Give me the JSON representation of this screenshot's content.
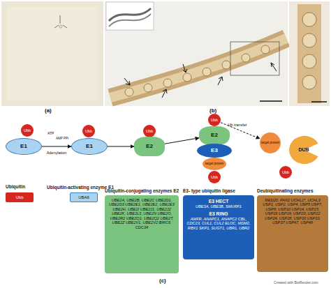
{
  "diagram": {
    "nodes": [
      {
        "text": [
          "Ubb"
        ]
      },
      {
        "text": [
          "E1"
        ]
      },
      {
        "text": [
          "Ubb"
        ]
      },
      {
        "text": [
          "E1"
        ]
      },
      {
        "text": [
          "Ubb"
        ]
      },
      {
        "text": [
          "E2"
        ]
      },
      {
        "text": [
          "Ubb"
        ]
      },
      {
        "text": [
          "E2"
        ]
      },
      {
        "text": [
          "E3"
        ]
      },
      {
        "text": [
          "target protein"
        ]
      },
      {
        "text": [
          "Ubb"
        ]
      },
      {
        "text": [
          "target protein"
        ]
      },
      {
        "text": [
          "DUB"
        ]
      },
      {
        "text": [
          "Ubb"
        ]
      },
      {
        "text": [
          "Ubiquitin",
          "Ubb"
        ]
      },
      {
        "text": [
          "Ubiquitin-activating enzyme E1",
          "UBA6"
        ]
      },
      {
        "text": [
          "Ubiquitin-conjugating enzymes E2",
          "UBE2A, UBE2B, UBE2C UBE2D1, UBE2D3 UBE2E1, UBE2E2, UBE2E3 UBE2H, UBE2I UBE2J1, UBE2J2 UBE2K, UBE2L3, UBE2N UBE2O, UBE2R2 UBE2Q1, UBE2Q2 UBE2T, UBE2Z UBE2V1, UBE2V2 BIRC6, CDC34"
        ]
      },
      {
        "text": [
          "E3- type ubiquitin ligase",
          "E3 HECT",
          "UBE3A, UBE3B, SMURF1",
          "E3 RING",
          "AMFR, ANAPC1, ANAPC2 CBL, CDC23, CUL1, CUL2 ELOC, MDM2, RBX1 SKP1, SUGT1, UBR1, UBR2"
        ]
      },
      {
        "text": [
          "Deubiquitinating enzymes",
          "MED20, PAN2 UCHL1*, UCHL3 USP1, USP2, USP4, USP5 USP7, USP8, USP10 USP14, USP15, USP16 USP19, USP20, USP22 USP24, USP28, USP30 USP33, USP37 USP47, USP48"
        ]
      }
    ],
    "edges": [
      {
        "from": 1,
        "to": 3,
        "arrow": "to",
        "label": "Adenylation"
      },
      {
        "from": 3,
        "to": 5,
        "arrow": "to"
      },
      {
        "from": 5,
        "to": 7,
        "arrow": "to"
      },
      {
        "from": 6,
        "to": 11,
        "arrow": "to",
        "label": "Ub transfer"
      }
    ],
    "labels": [
      "(a)",
      "(b)",
      "(c)",
      "ATP",
      "AMP PPi",
      "Created with BioRender.com"
    ]
  }
}
